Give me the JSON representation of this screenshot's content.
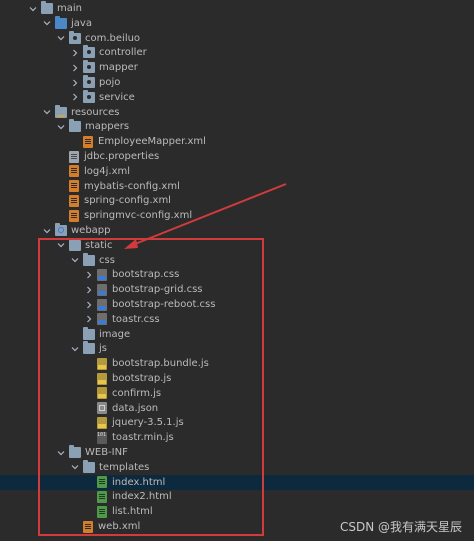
{
  "tree": [
    {
      "label": "main",
      "indent": 1,
      "chev": "down",
      "icon": "folder",
      "selected": false
    },
    {
      "label": "java",
      "indent": 2,
      "chev": "down",
      "icon": "folder-blue",
      "selected": false
    },
    {
      "label": "com.beiluo",
      "indent": 3,
      "chev": "down",
      "icon": "folder-package",
      "selected": false
    },
    {
      "label": "controller",
      "indent": 4,
      "chev": "right",
      "icon": "folder-package",
      "selected": false
    },
    {
      "label": "mapper",
      "indent": 4,
      "chev": "right",
      "icon": "folder-package",
      "selected": false
    },
    {
      "label": "pojo",
      "indent": 4,
      "chev": "right",
      "icon": "folder-package",
      "selected": false
    },
    {
      "label": "service",
      "indent": 4,
      "chev": "right",
      "icon": "folder-package",
      "selected": false
    },
    {
      "label": "resources",
      "indent": 2,
      "chev": "down",
      "icon": "folder-resources",
      "selected": false
    },
    {
      "label": "mappers",
      "indent": 3,
      "chev": "down",
      "icon": "folder",
      "selected": false
    },
    {
      "label": "EmployeeMapper.xml",
      "indent": 4,
      "chev": "none",
      "icon": "xml",
      "selected": false
    },
    {
      "label": "jdbc.properties",
      "indent": 3,
      "chev": "none",
      "icon": "properties",
      "selected": false
    },
    {
      "label": "log4j.xml",
      "indent": 3,
      "chev": "none",
      "icon": "xml",
      "selected": false
    },
    {
      "label": "mybatis-config.xml",
      "indent": 3,
      "chev": "none",
      "icon": "xml",
      "selected": false
    },
    {
      "label": "spring-config.xml",
      "indent": 3,
      "chev": "none",
      "icon": "xml",
      "selected": false
    },
    {
      "label": "springmvc-config.xml",
      "indent": 3,
      "chev": "none",
      "icon": "xml",
      "selected": false
    },
    {
      "label": "webapp",
      "indent": 2,
      "chev": "down",
      "icon": "folder-web",
      "selected": false
    },
    {
      "label": "static",
      "indent": 3,
      "chev": "down",
      "icon": "folder",
      "selected": false
    },
    {
      "label": "css",
      "indent": 4,
      "chev": "down",
      "icon": "folder",
      "selected": false
    },
    {
      "label": "bootstrap.css",
      "indent": 5,
      "chev": "right",
      "icon": "css",
      "selected": false
    },
    {
      "label": "bootstrap-grid.css",
      "indent": 5,
      "chev": "right",
      "icon": "css",
      "selected": false
    },
    {
      "label": "bootstrap-reboot.css",
      "indent": 5,
      "chev": "right",
      "icon": "css",
      "selected": false
    },
    {
      "label": "toastr.css",
      "indent": 5,
      "chev": "right",
      "icon": "css",
      "selected": false
    },
    {
      "label": "image",
      "indent": 4,
      "chev": "none",
      "icon": "folder",
      "selected": false
    },
    {
      "label": "js",
      "indent": 4,
      "chev": "down",
      "icon": "folder",
      "selected": false
    },
    {
      "label": "bootstrap.bundle.js",
      "indent": 5,
      "chev": "none",
      "icon": "js",
      "selected": false
    },
    {
      "label": "bootstrap.js",
      "indent": 5,
      "chev": "none",
      "icon": "js",
      "selected": false
    },
    {
      "label": "confirm.js",
      "indent": 5,
      "chev": "none",
      "icon": "js",
      "selected": false
    },
    {
      "label": "data.json",
      "indent": 5,
      "chev": "none",
      "icon": "json",
      "selected": false
    },
    {
      "label": "jquery-3.5.1.js",
      "indent": 5,
      "chev": "none",
      "icon": "js",
      "selected": false
    },
    {
      "label": "toastr.min.js",
      "indent": 5,
      "chev": "none",
      "icon": "min-js",
      "selected": false
    },
    {
      "label": "WEB-INF",
      "indent": 3,
      "chev": "down",
      "icon": "folder",
      "selected": false
    },
    {
      "label": "templates",
      "indent": 4,
      "chev": "down",
      "icon": "folder",
      "selected": false
    },
    {
      "label": "index.html",
      "indent": 5,
      "chev": "none",
      "icon": "html",
      "selected": true
    },
    {
      "label": "index2.html",
      "indent": 5,
      "chev": "none",
      "icon": "html",
      "selected": false
    },
    {
      "label": "list.html",
      "indent": 5,
      "chev": "none",
      "icon": "html",
      "selected": false
    },
    {
      "label": "web.xml",
      "indent": 4,
      "chev": "none",
      "icon": "xml",
      "selected": false
    }
  ],
  "watermark": "CSDN @我有满天星辰",
  "colors": {
    "background": "#2b2b2b",
    "selected_row": "#0d293e",
    "annotation": "#d23b3b",
    "text": "#bbbbbb"
  }
}
